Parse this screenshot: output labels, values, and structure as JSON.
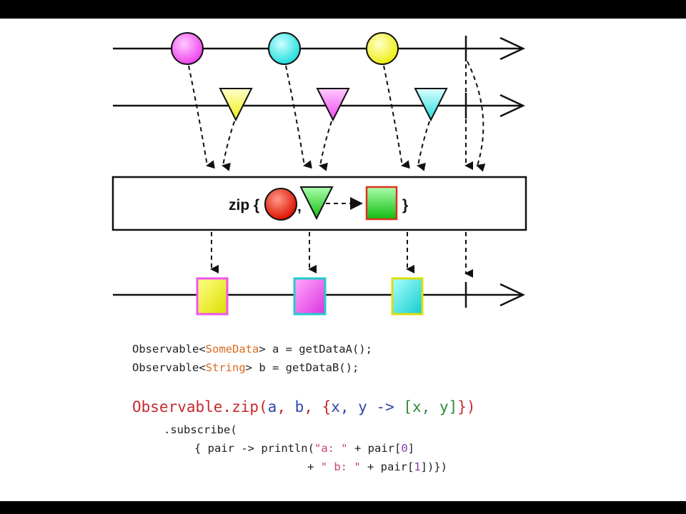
{
  "diagram": {
    "operator_label": "zip {",
    "operator_close": "}",
    "colors": {
      "magenta": "#ff66ff",
      "cyan": "#33ffff",
      "yellow": "#ffff33",
      "red": "#ee2211",
      "green": "#22dd22",
      "line": "#111111"
    },
    "lines": [
      "source-a",
      "source-b",
      "result"
    ],
    "source_a_items": [
      "magenta-circle",
      "cyan-circle",
      "yellow-circle"
    ],
    "source_b_items": [
      "yellow-triangle",
      "magenta-triangle",
      "cyan-triangle"
    ],
    "result_items": [
      "yellow-magenta-square",
      "magenta-cyan-square",
      "cyan-yellow-square"
    ]
  },
  "code": {
    "line1": {
      "a": "Observable<",
      "b": "SomeData",
      "c": "> a = getDataA();"
    },
    "line2": {
      "a": "Observable<",
      "b": "String",
      "c": "> b = getDataB();"
    },
    "zip": {
      "call": "Observable.zip(",
      "a": "a",
      "sep1": ", ",
      "b": "b",
      "sep2": ", ",
      "lambda_open": "{",
      "params": "x, y ->",
      "list": " [x, y]",
      "close": "})"
    },
    "subscribe": ".subscribe(",
    "pair_line": {
      "a": "{ pair -> println(",
      "str": "\"a: \"",
      "b": " + pair[",
      "idx": "0",
      "c": "]"
    },
    "pair_line2": {
      "a": "+ ",
      "str": "\" b: \"",
      "b": " + pair[",
      "idx": "1",
      "c": "])})"
    }
  }
}
